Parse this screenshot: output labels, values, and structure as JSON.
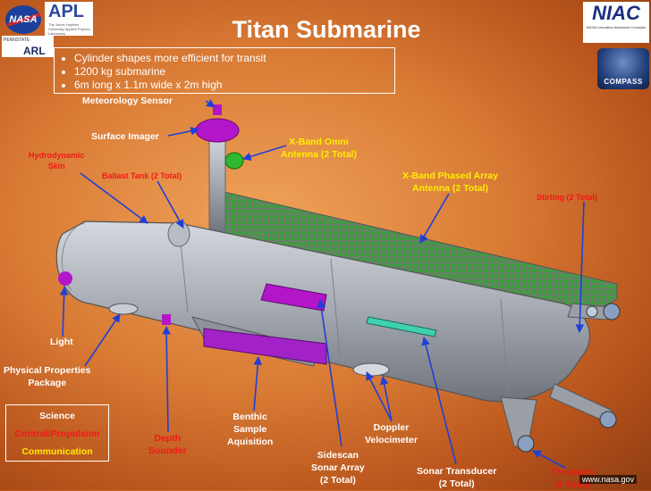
{
  "title": "Titan Submarine",
  "bullets": [
    "Cylinder shapes more efficient for transit",
    "1200 kg submarine",
    "6m long x 1.1m wide x 2m high"
  ],
  "logos": {
    "nasa": "NASA",
    "apl": "APL",
    "apl_sub": "The Johns Hopkins University Applied Physics Laboratory",
    "psu": "PENNSTATE",
    "arl": "ARL",
    "niac": "NIAC",
    "niac_sub": "NASA Innovative Advanced Concepts",
    "compass": "COMPASS"
  },
  "labels": {
    "meteorology_sensor": "Meteorology Sensor",
    "surface_imager": "Surface Imager",
    "xband_omni": [
      "X-Band Omni",
      "Antenna (2 Total)"
    ],
    "hydrodynamic_skin": [
      "Hydrodynamic",
      "Skin"
    ],
    "ballast_tank": "Ballast Tank (2 Total)",
    "xband_phased": [
      "X-Band Phased Array",
      "Antenna (2 Total)"
    ],
    "stirling": "Stirling (2 Total)",
    "light": "Light",
    "physical_props": [
      "Physical Properties",
      "Package"
    ],
    "benthic": [
      "Benthic",
      "Sample",
      "Aquisition"
    ],
    "depth_sounder": [
      "Depth",
      "Sounder"
    ],
    "sidescan": [
      "Sidescan",
      "Sonar Array",
      "(2 Total)"
    ],
    "doppler": [
      "Doppler",
      "Velocimeter"
    ],
    "sonar_transducer": [
      "Sonar Transducer",
      "(2 Total)"
    ],
    "thrusters": [
      "Thrusters",
      "(4 Total)"
    ]
  },
  "legend": {
    "science": "Science",
    "control": "Control/Propulsion",
    "communication": "Communication"
  },
  "colors": {
    "science": "#ffffff",
    "control": "#f11818",
    "communication": "#ffee00",
    "hull": "#a9adb5",
    "instrument": "#b316c8",
    "antenna": "#2e8a2e"
  },
  "website": "www.nasa.gov"
}
